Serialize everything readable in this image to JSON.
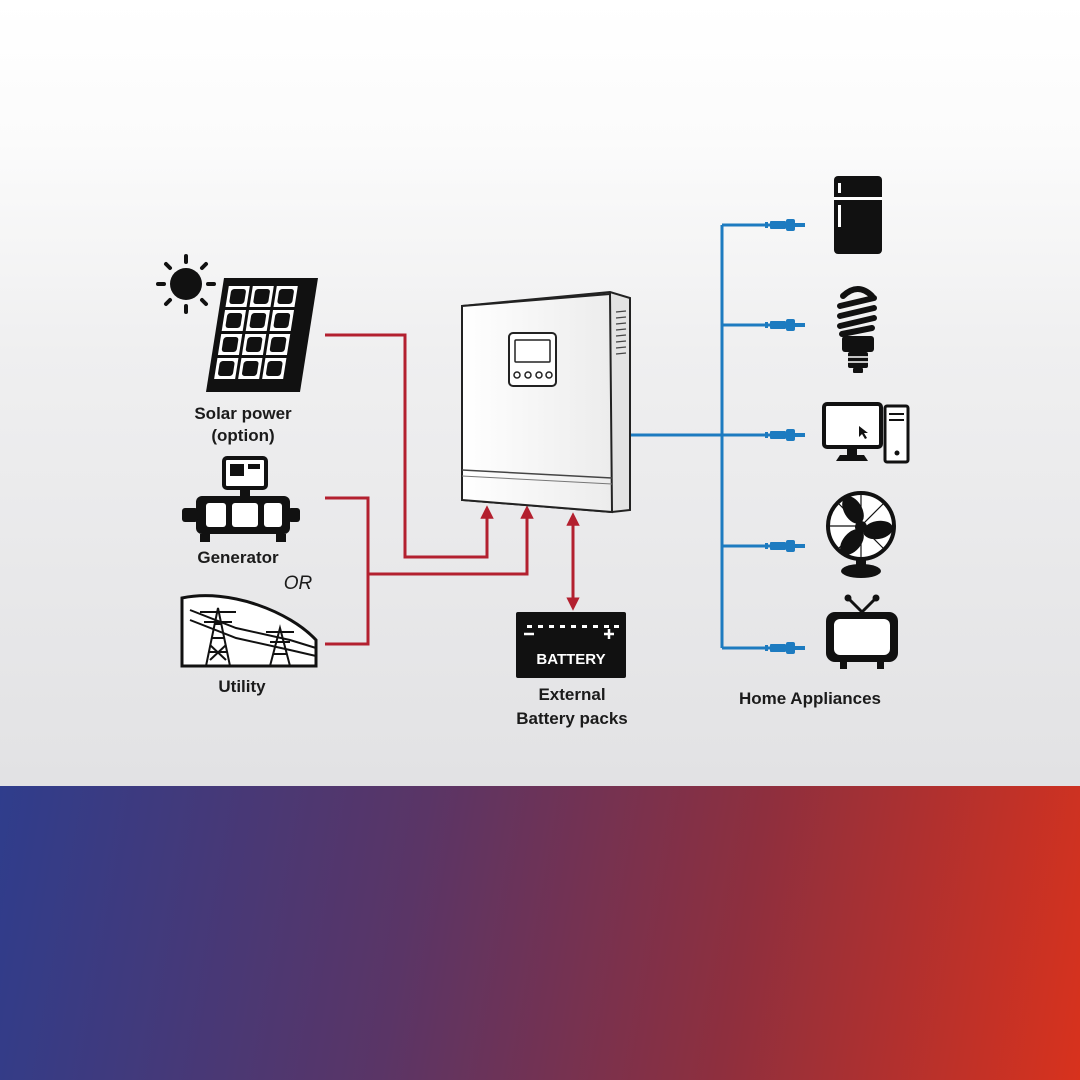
{
  "colors": {
    "input_line": "#b3202f",
    "output_line": "#1d7bc0",
    "icon": "#111111",
    "background_top": "#ffffff",
    "background_bottom": "#e2e2e4",
    "band_left": "#2f3d8c",
    "band_right": "#d8321d"
  },
  "sources": {
    "solar_label_line1": "Solar power",
    "solar_label_line2": "(option)",
    "generator_label": "Generator",
    "or_label": "OR",
    "utility_label": "Utility"
  },
  "battery": {
    "icon_text": "BATTERY",
    "label_line1": "External",
    "label_line2": "Battery packs"
  },
  "appliances": {
    "label": "Home Appliances",
    "items": [
      "refrigerator-icon",
      "bulb-icon",
      "computer-icon",
      "fan-icon",
      "tv-icon"
    ]
  }
}
